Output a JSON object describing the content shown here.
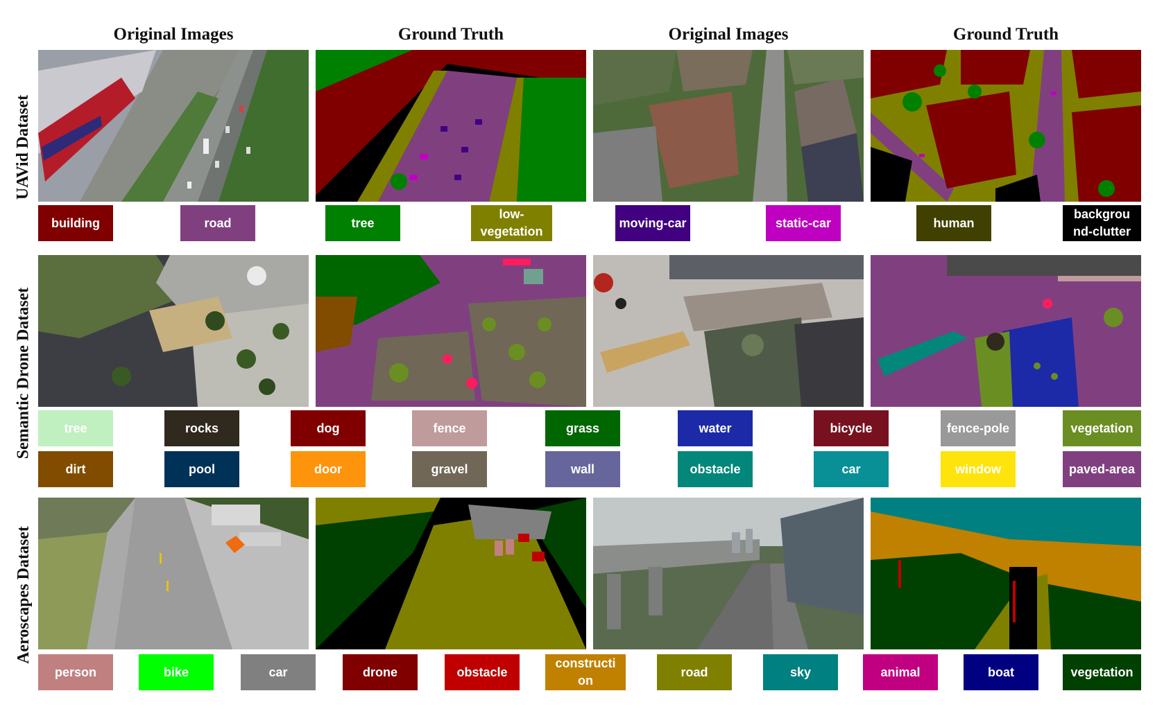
{
  "headers": [
    "Original Images",
    "Ground Truth",
    "Original Images",
    "Ground Truth"
  ],
  "rows": [
    {
      "label": "UAVid Dataset",
      "legend": [
        {
          "label": "building",
          "color": "#800000"
        },
        {
          "label": "road",
          "color": "#804080"
        },
        {
          "label": "tree",
          "color": "#008000"
        },
        {
          "label": "low-vegetation",
          "color": "#808000"
        },
        {
          "label": "moving-car",
          "color": "#400080"
        },
        {
          "label": "static-car",
          "color": "#c000c0"
        },
        {
          "label": "human",
          "color": "#404000"
        },
        {
          "label": "backgrou nd-clutter",
          "color": "#000000"
        }
      ]
    },
    {
      "label": "Semantic Drone Dataset",
      "legend": [
        {
          "label": "tree",
          "color": "#c0f0c0"
        },
        {
          "label": "rocks",
          "color": "#30291e"
        },
        {
          "label": "dog",
          "color": "#800000"
        },
        {
          "label": "fence",
          "color": "#c09b9b"
        },
        {
          "label": "grass",
          "color": "#006600"
        },
        {
          "label": "water",
          "color": "#1c2aa8"
        },
        {
          "label": "bicycle",
          "color": "#77111f"
        },
        {
          "label": "fence-pole",
          "color": "#999999"
        },
        {
          "label": "vegetation",
          "color": "#6b8e23"
        },
        {
          "label": "dirt",
          "color": "#824c00"
        },
        {
          "label": "pool",
          "color": "#003257"
        },
        {
          "label": "door",
          "color": "#fe940c"
        },
        {
          "label": "gravel",
          "color": "#706757"
        },
        {
          "label": "wall",
          "color": "#66669c"
        },
        {
          "label": "obstacle",
          "color": "#02877a"
        },
        {
          "label": "car",
          "color": "#098f96"
        },
        {
          "label": "window",
          "color": "#fee40c"
        },
        {
          "label": "paved-area",
          "color": "#804080"
        }
      ]
    },
    {
      "label": "Aeroscapes Dataset",
      "legend": [
        {
          "label": "person",
          "color": "#c08080"
        },
        {
          "label": "bike",
          "color": "#00ff00"
        },
        {
          "label": "car",
          "color": "#808080"
        },
        {
          "label": "drone",
          "color": "#800000"
        },
        {
          "label": "obstacle",
          "color": "#c00000"
        },
        {
          "label": "constructi on",
          "color": "#c08000"
        },
        {
          "label": "road",
          "color": "#808000"
        },
        {
          "label": "sky",
          "color": "#008080"
        },
        {
          "label": "animal",
          "color": "#c00080"
        },
        {
          "label": "boat",
          "color": "#000080"
        },
        {
          "label": "vegetation",
          "color": "#004000"
        }
      ]
    }
  ]
}
